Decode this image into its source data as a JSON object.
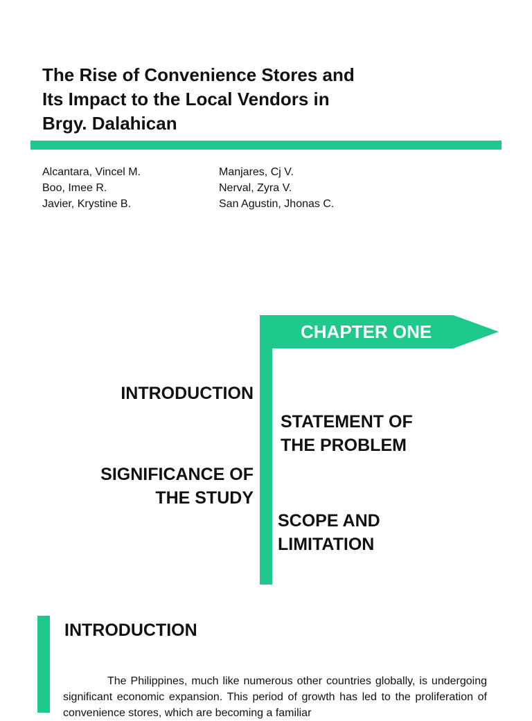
{
  "document": {
    "title_lines": [
      "The Rise of Convenience Stores and",
      "Its Impact to the Local Vendors in",
      "Brgy. Dalahican"
    ],
    "authors_left": [
      "Alcantara, Vincel M.",
      "Boo, Imee R.",
      "Javier, Krystine B."
    ],
    "authors_right": [
      "Manjares, Cj V.",
      "Nerval, Zyra V.",
      "San Agustin, Jhonas C."
    ]
  },
  "chapter_diagram": {
    "flag_label": "CHAPTER ONE",
    "left_topics": [
      {
        "lines": [
          "INTRODUCTION"
        ]
      },
      {
        "lines": [
          "SIGNIFICANCE OF",
          "THE STUDY"
        ]
      }
    ],
    "right_topics": [
      {
        "lines": [
          "STATEMENT OF",
          "THE PROBLEM"
        ]
      },
      {
        "lines": [
          "SCOPE AND",
          "LIMITATION"
        ]
      }
    ]
  },
  "introduction": {
    "heading": "INTRODUCTION",
    "paragraph": "The Philippines, much like numerous other countries globally, is undergoing significant economic expansion. This period of growth has led to the proliferation of convenience stores, which are becoming a familiar"
  },
  "colors": {
    "accent": "#1ec98b",
    "text": "#111111",
    "background": "#ffffff"
  }
}
